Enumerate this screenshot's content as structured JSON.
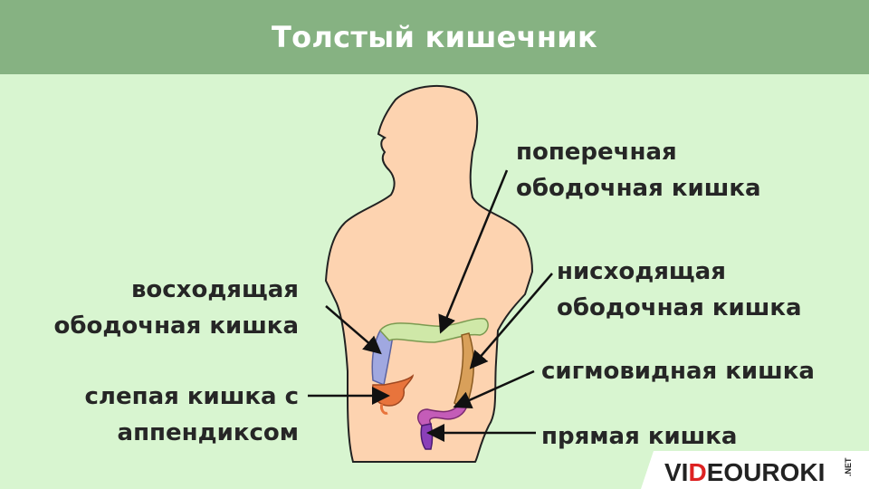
{
  "title": "Толстый кишечник",
  "labels": {
    "transverse": [
      "поперечная",
      "ободочная кишка"
    ],
    "ascending": [
      "восходящая",
      "ободочная кишка"
    ],
    "descending": [
      "нисходящая",
      "ободочная кишка"
    ],
    "cecum": [
      "слепая кишка с",
      "аппендиксом"
    ],
    "sigmoid": "сигмовидная кишка",
    "rectum": "прямая кишка"
  },
  "logo": {
    "main": "VIDEOUROKI",
    "suffix": ".NET"
  },
  "colors": {
    "background": "#d8f5d0",
    "header": "#86b282",
    "body_fill": "#fdd3b0",
    "transverse_colon": "#cfe8a8",
    "ascending_colon": "#a0a8e0",
    "descending_colon": "#d9a05a",
    "cecum": "#e8743c",
    "sigmoid": "#c45cb8",
    "rectum": "#8a3fb8"
  }
}
